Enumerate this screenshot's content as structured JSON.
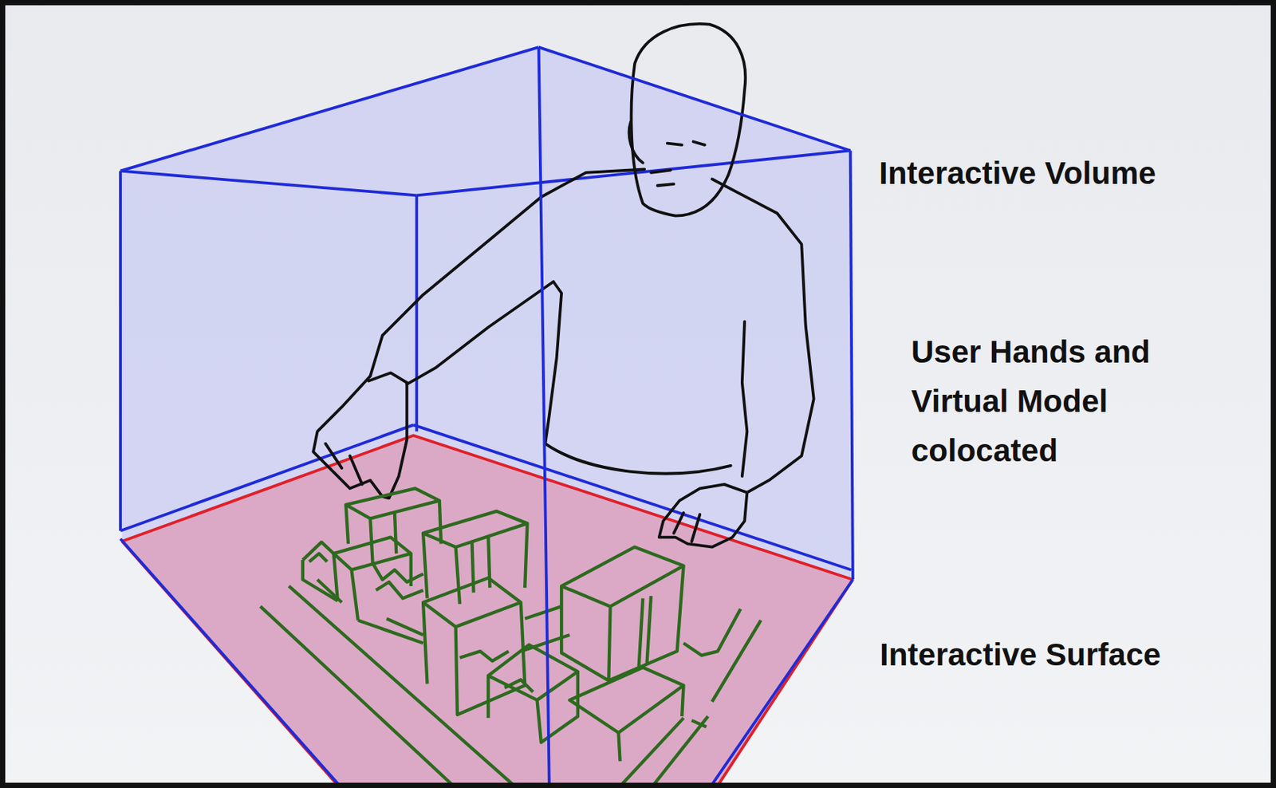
{
  "diagram": {
    "labels": [
      "Interactive Volume",
      "User Hands and Virtual Model colocated",
      "Interactive Surface"
    ]
  }
}
